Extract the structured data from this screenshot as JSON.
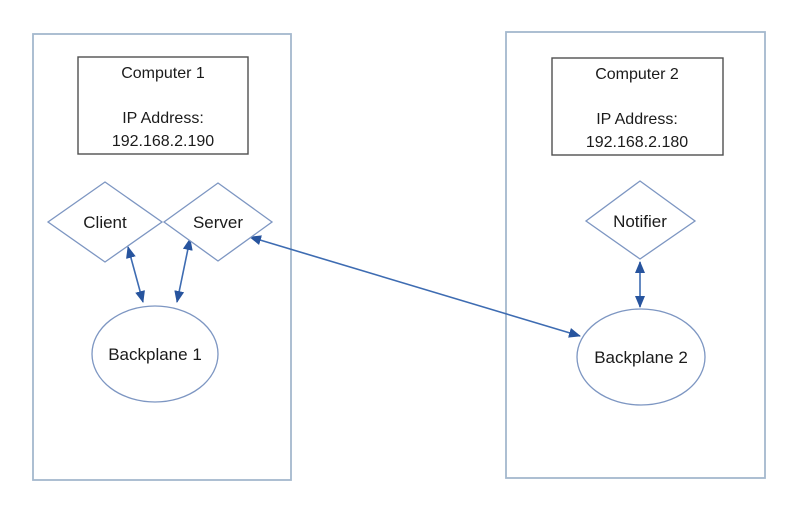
{
  "computer1": {
    "title": "Computer 1",
    "ip_label": "IP Address:",
    "ip": "192.168.2.190",
    "nodes": {
      "client": "Client",
      "server": "Server",
      "backplane": "Backplane 1"
    }
  },
  "computer2": {
    "title": "Computer 2",
    "ip_label": "IP Address:",
    "ip": "192.168.2.180",
    "nodes": {
      "notifier": "Notifier",
      "backplane": "Backplane 2"
    }
  },
  "connections": [
    {
      "from": "Client",
      "to": "Backplane 1",
      "style": "double-arrow"
    },
    {
      "from": "Server",
      "to": "Backplane 1",
      "style": "double-arrow"
    },
    {
      "from": "Server",
      "to": "Backplane 2",
      "style": "double-arrow"
    },
    {
      "from": "Notifier",
      "to": "Backplane 2",
      "style": "double-arrow"
    }
  ],
  "colors": {
    "connector": "#3e6cb2",
    "arrowhead": "#27549e",
    "shape_stroke": "#7d96c2",
    "container_border": "#a4b8ce",
    "box_border": "#4f4f4f",
    "text": "#1b1b1b",
    "background": "#ffffff"
  }
}
